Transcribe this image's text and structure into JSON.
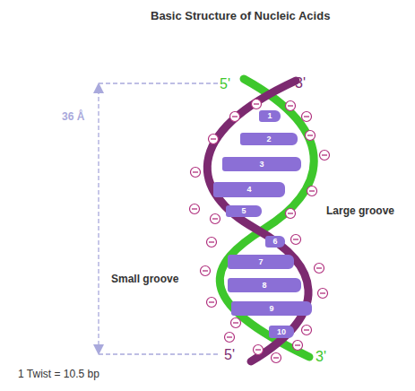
{
  "diagram": {
    "title": "Basic Structure of Nucleic Acids",
    "nodes": [
      {
        "text": [
          "1"
        ]
      },
      {
        "text": [
          "2"
        ]
      },
      {
        "text": [
          "3"
        ]
      },
      {
        "text": [
          "4"
        ]
      },
      {
        "text": [
          "5"
        ]
      },
      {
        "text": [
          "6"
        ]
      },
      {
        "text": [
          "7"
        ]
      },
      {
        "text": [
          "8"
        ]
      },
      {
        "text": [
          "9"
        ]
      },
      {
        "text": [
          "10"
        ]
      }
    ],
    "labels": [
      "5'",
      "3'",
      "36 Å",
      "Large groove",
      "Small groove",
      "5'",
      "3'",
      "1 Twist = 10.5 bp"
    ]
  }
}
